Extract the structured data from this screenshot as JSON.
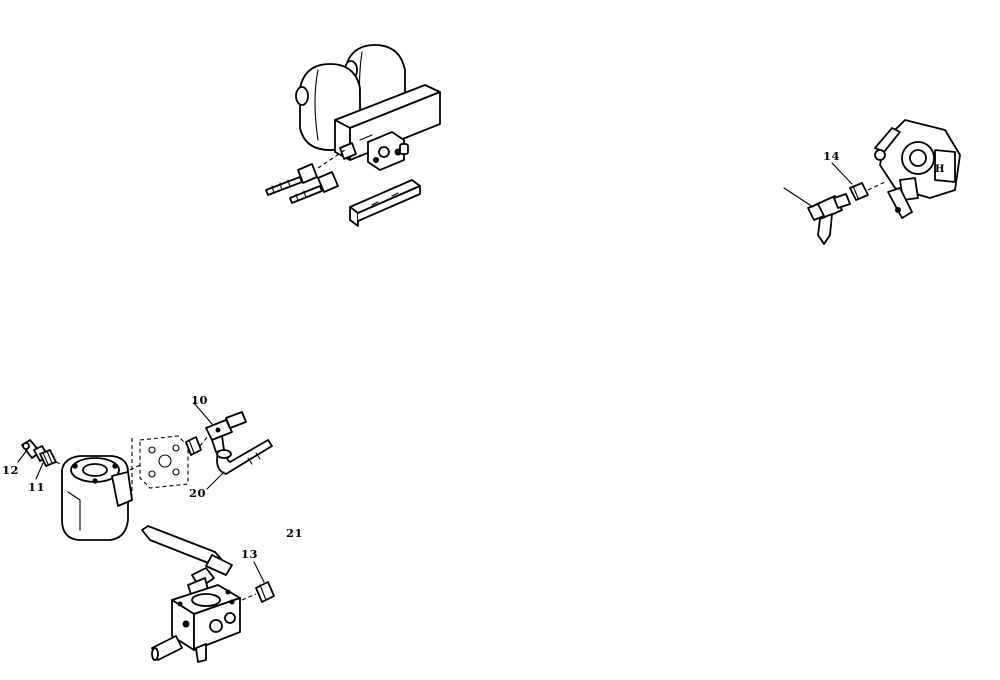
{
  "callouts": {
    "c10": "10",
    "c11": "11",
    "c12": "12",
    "c13": "13",
    "c14": "14",
    "c20": "20",
    "c21": "21"
  }
}
